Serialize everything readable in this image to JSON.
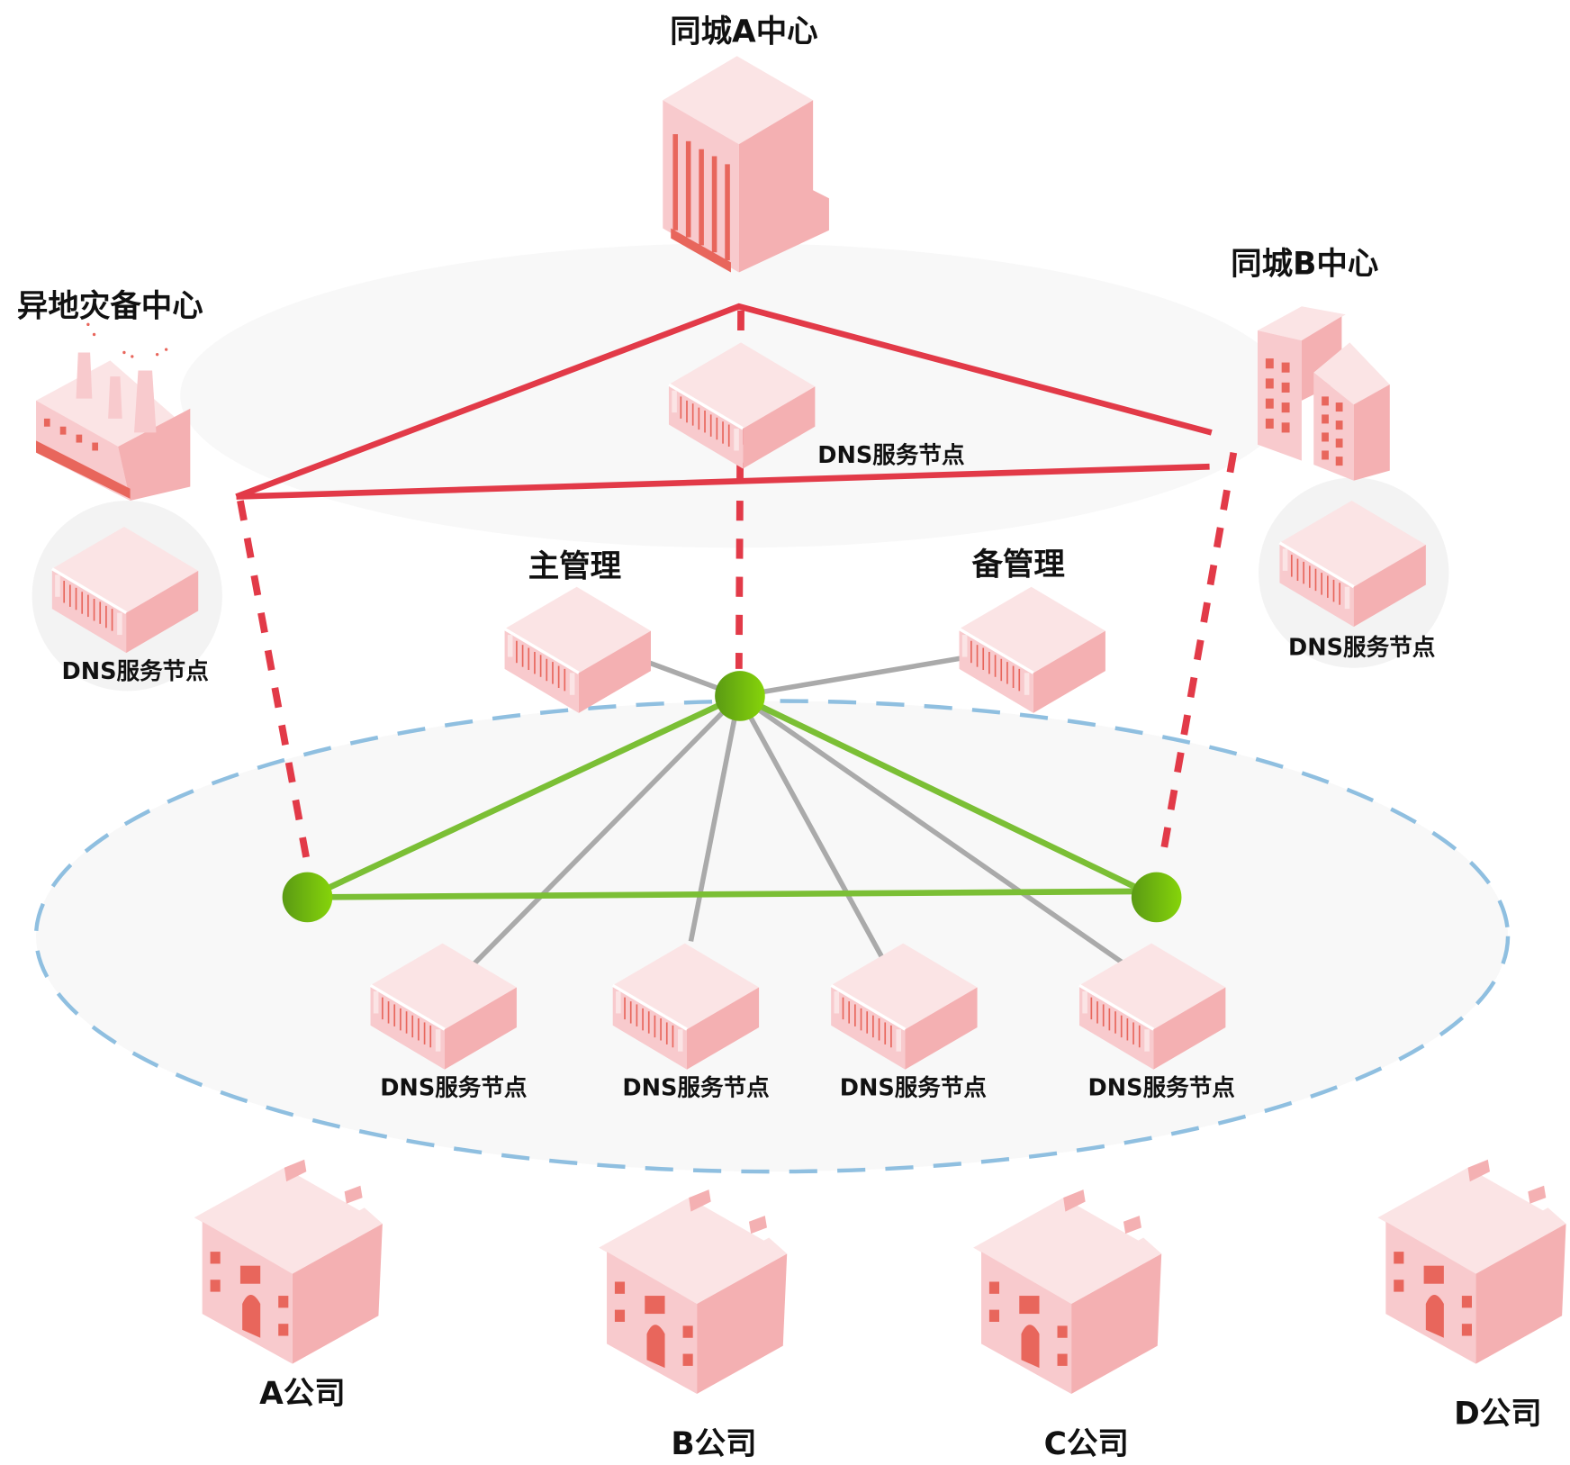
{
  "diagram": {
    "title": "DNS network architecture",
    "centers": {
      "city_a": {
        "label": "同城A中心",
        "node_label": "DNS服务节点"
      },
      "city_b": {
        "label": "同城B中心",
        "node_label": "DNS服务节点"
      },
      "disaster_recovery": {
        "label": "异地灾备中心",
        "node_label": "DNS服务节点"
      }
    },
    "management": {
      "primary": {
        "label": "主管理"
      },
      "backup": {
        "label": "备管理"
      }
    },
    "service_nodes": [
      {
        "label": "DNS服务节点"
      },
      {
        "label": "DNS服务节点"
      },
      {
        "label": "DNS服务节点"
      },
      {
        "label": "DNS服务节点"
      }
    ],
    "companies": [
      {
        "label": "A公司"
      },
      {
        "label": "B公司"
      },
      {
        "label": "C公司"
      },
      {
        "label": "D公司"
      }
    ],
    "colors": {
      "inter_center_link": "#e23a48",
      "core_link": "#7bbf35",
      "access_link": "#aaaaaa",
      "core_zone_border": "#8fbfe0",
      "hub_node": "#6fb51a",
      "building_light": "#f8cacd",
      "building_top": "#fbe4e5",
      "building_dark": "#f4b0b2",
      "accent_window": "#e8665c"
    }
  }
}
